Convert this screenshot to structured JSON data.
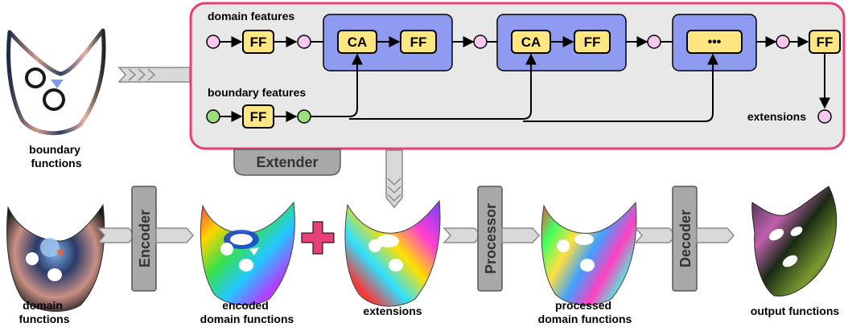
{
  "extender": {
    "label": "Extender",
    "domain_features_label": "domain features",
    "boundary_features_label": "boundary features",
    "extensions_label": "extensions",
    "ff_label": "FF",
    "ca_label": "CA",
    "ellipsis_label": "•••"
  },
  "stages": {
    "boundary_functions": [
      "boundary",
      "functions"
    ],
    "domain_functions": [
      "domain",
      "functions"
    ],
    "encoded": [
      "encoded",
      "domain functions"
    ],
    "extensions": [
      "extensions"
    ],
    "processed": [
      "processed",
      "domain functions"
    ],
    "output": [
      "output functions"
    ]
  },
  "blocks": {
    "encoder": "Encoder",
    "processor": "Processor",
    "decoder": "Decoder"
  },
  "colors": {
    "panel_border": "#e83e7a",
    "panel_fill": "#e8e8e8",
    "block_fill": "#8f9bf0",
    "ff_fill": "#ffe680",
    "pink_node": "#f6c8ef",
    "green_node": "#9be07a",
    "plus": "#e83e7a",
    "gray_block": "#a8a8a8"
  }
}
